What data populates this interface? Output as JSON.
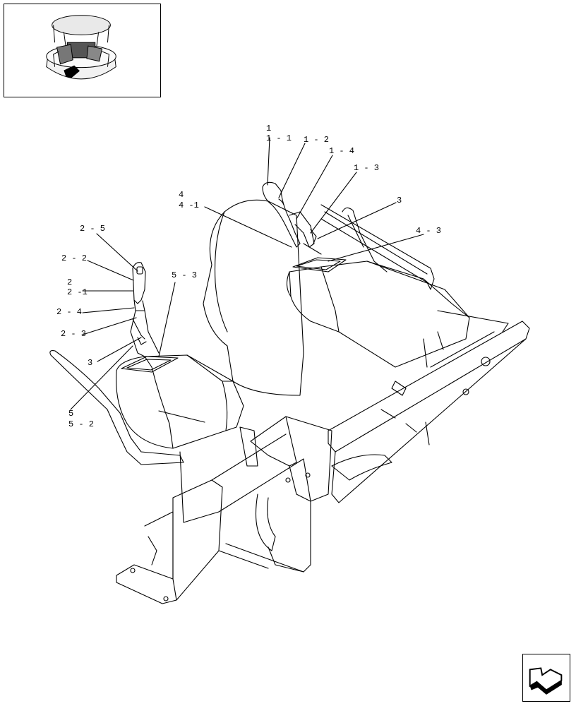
{
  "callouts": {
    "c1": "1",
    "c1_1": "1 - 1",
    "c1_2": "1 - 2",
    "c1_4": "1 - 4",
    "c1_3": "1 - 3",
    "c3a": "3",
    "c4": "4",
    "c4_1": "4 -1",
    "c4_3": "4 - 3",
    "c2_5": "2 - 5",
    "c2_2": "2 - 2",
    "c2": "2",
    "c2_1": "2 -1",
    "c5_3": "5 - 3",
    "c2_4": "2 - 4",
    "c2_3": "2 - 3",
    "c3b": "3",
    "c5": "5",
    "c5_2": "5 - 2"
  },
  "icons": {
    "thumbnail": "machine-overview-thumbnail",
    "navigation": "next-page-arrow-icon"
  }
}
